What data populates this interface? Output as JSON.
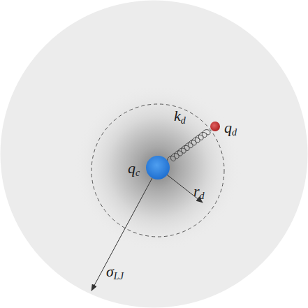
{
  "diagram": {
    "labels": [
      "qc",
      "kd",
      "qd",
      "rd",
      "σLJ"
    ]
  }
}
